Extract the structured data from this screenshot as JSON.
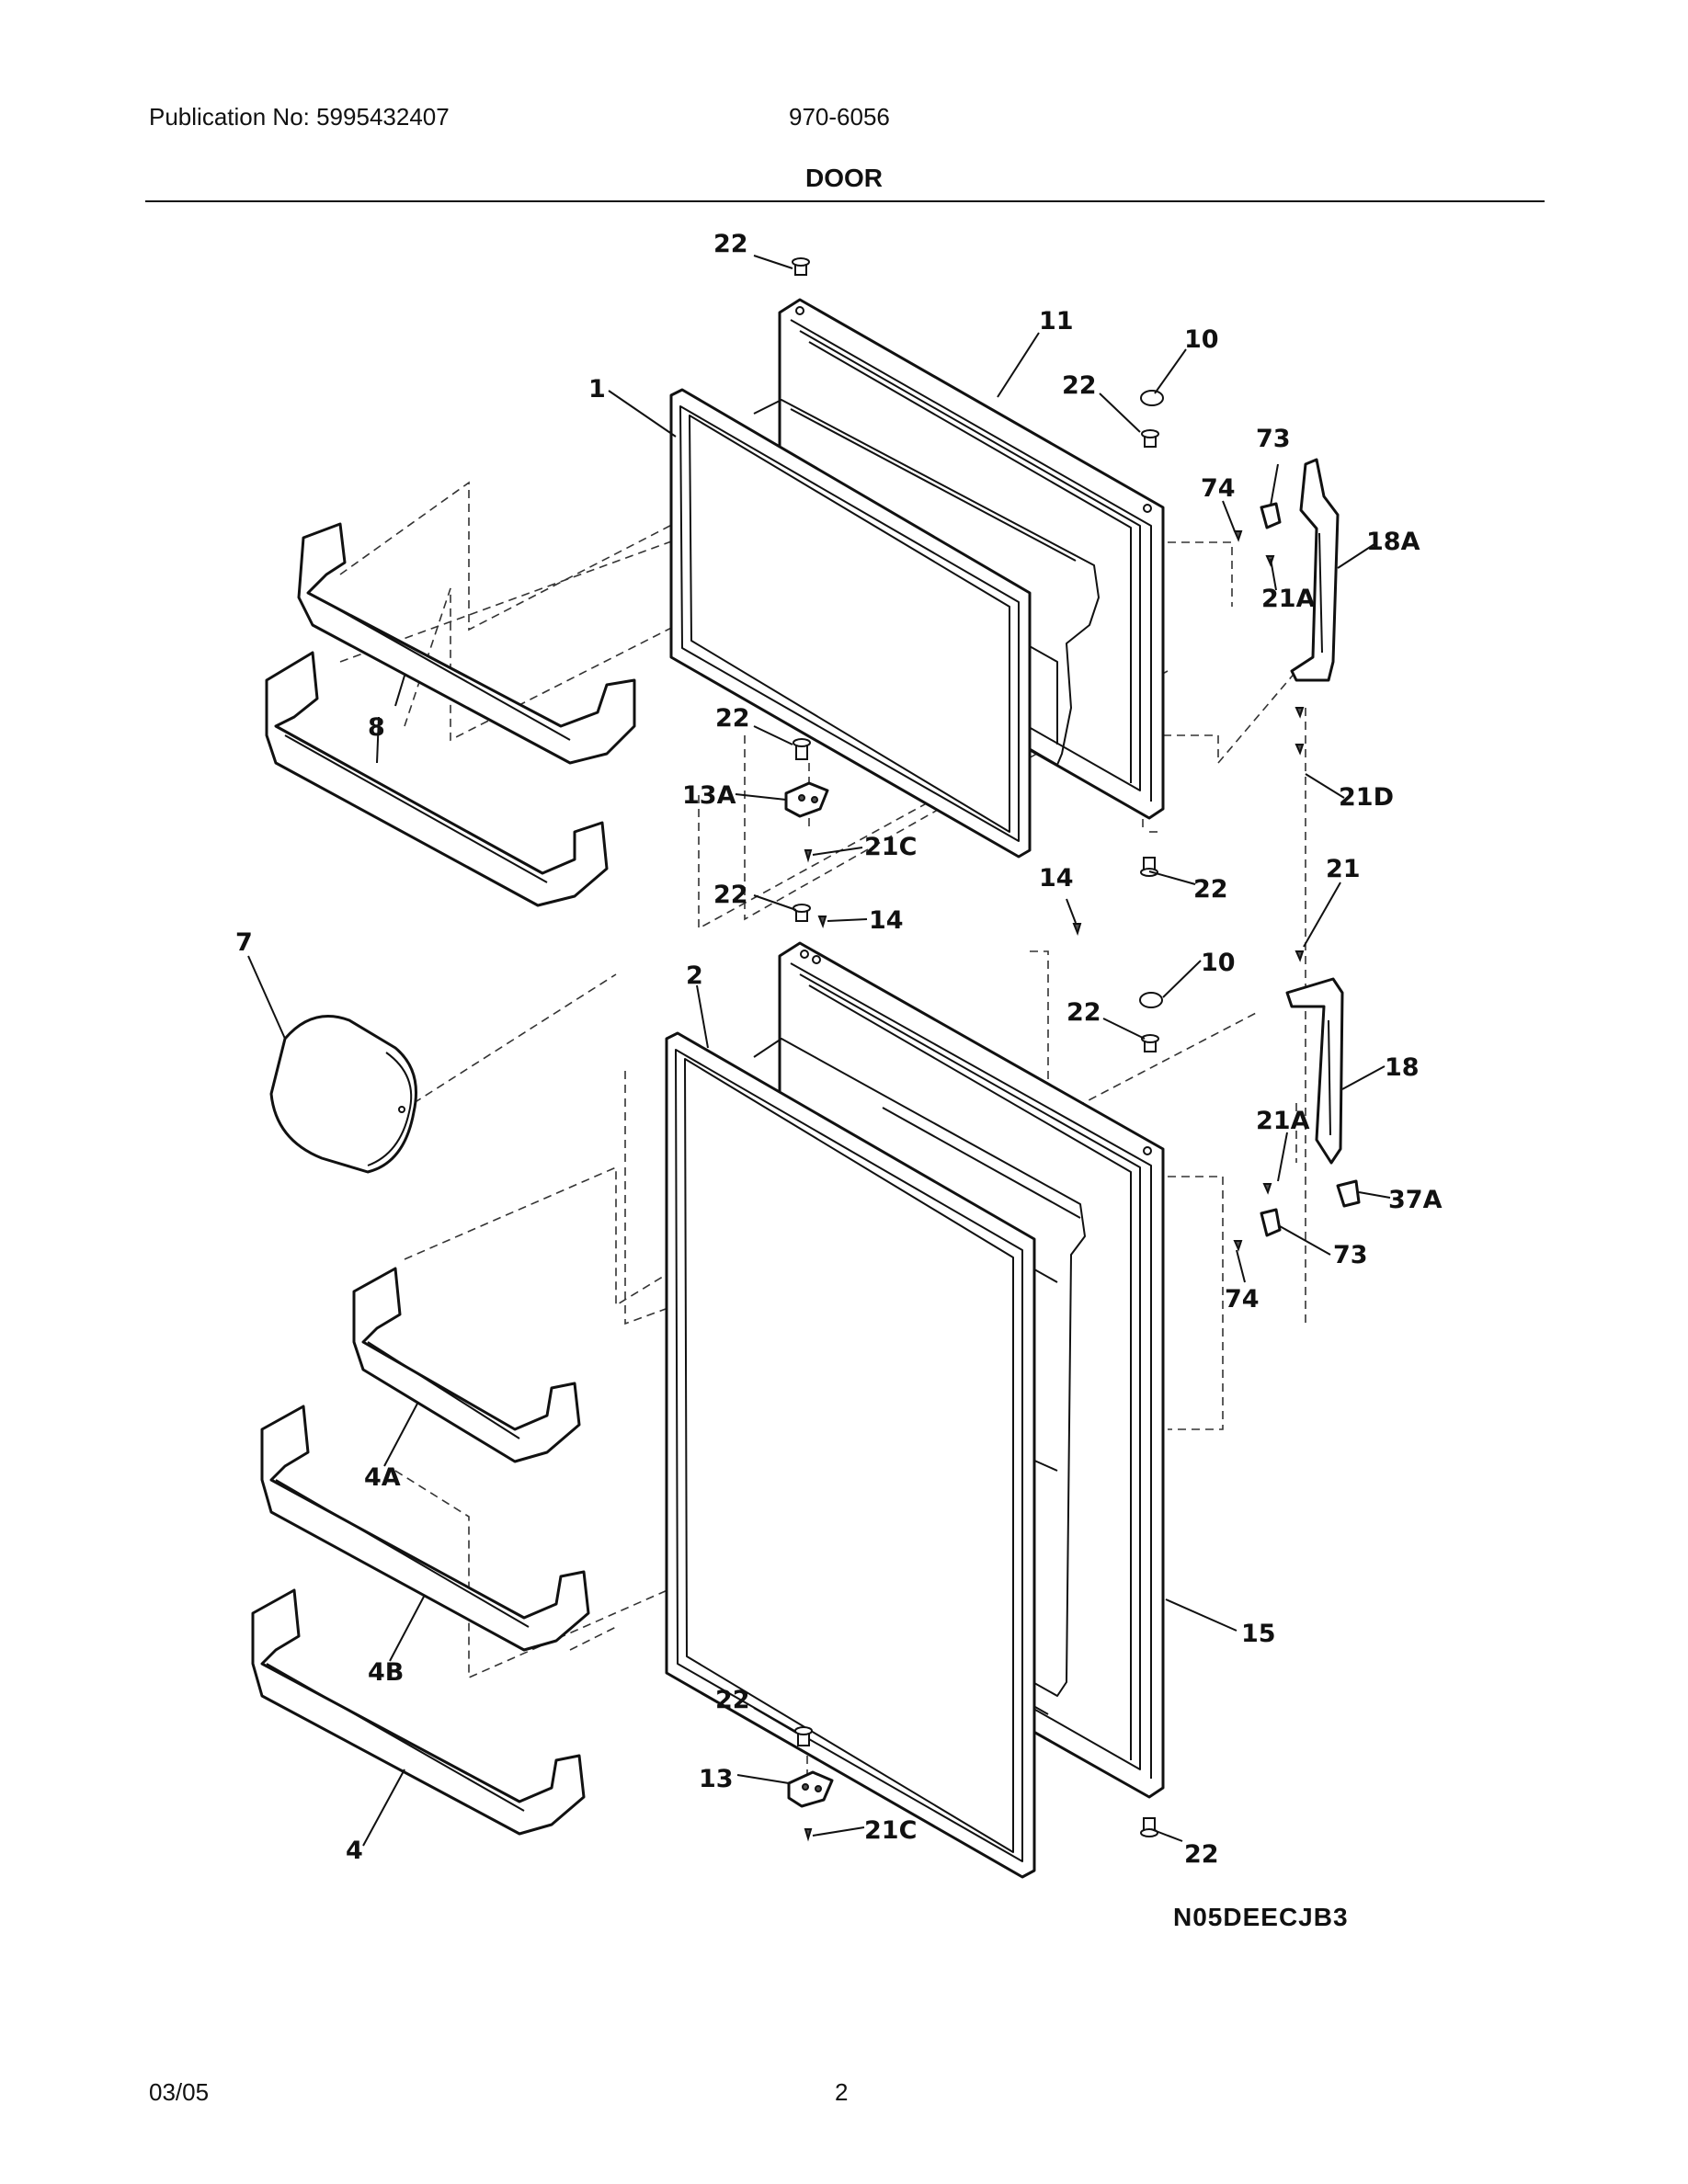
{
  "header": {
    "publication": "Publication No: 5995432407",
    "model": "970-6056",
    "title": "DOOR"
  },
  "diagram": {
    "callouts": {
      "c22_top": "22",
      "c11": "11",
      "c10_top": "10",
      "c22_a": "22",
      "c1": "1",
      "c73_top": "73",
      "c74_top": "74",
      "c18A": "18A",
      "c21A_top": "21A",
      "c8": "8",
      "c22_b": "22",
      "c13A": "13A",
      "c21C_top": "21C",
      "c21D": "21D",
      "c22_c": "22",
      "c14_right": "14",
      "c22_d": "22",
      "c14_left": "14",
      "c21": "21",
      "c7": "7",
      "c2": "2",
      "c10_bot": "10",
      "c22_e": "22",
      "c18": "18",
      "c21A_bot": "21A",
      "c37A": "37A",
      "c73_bot": "73",
      "c74_bot": "74",
      "c4A": "4A",
      "c4B": "4B",
      "c15": "15",
      "c22_f": "22",
      "c13": "13",
      "c21C_bot": "21C",
      "c4": "4",
      "c22_g": "22"
    },
    "drawing_code": "N05DEECJB3"
  },
  "footer": {
    "date": "03/05",
    "page": "2"
  }
}
